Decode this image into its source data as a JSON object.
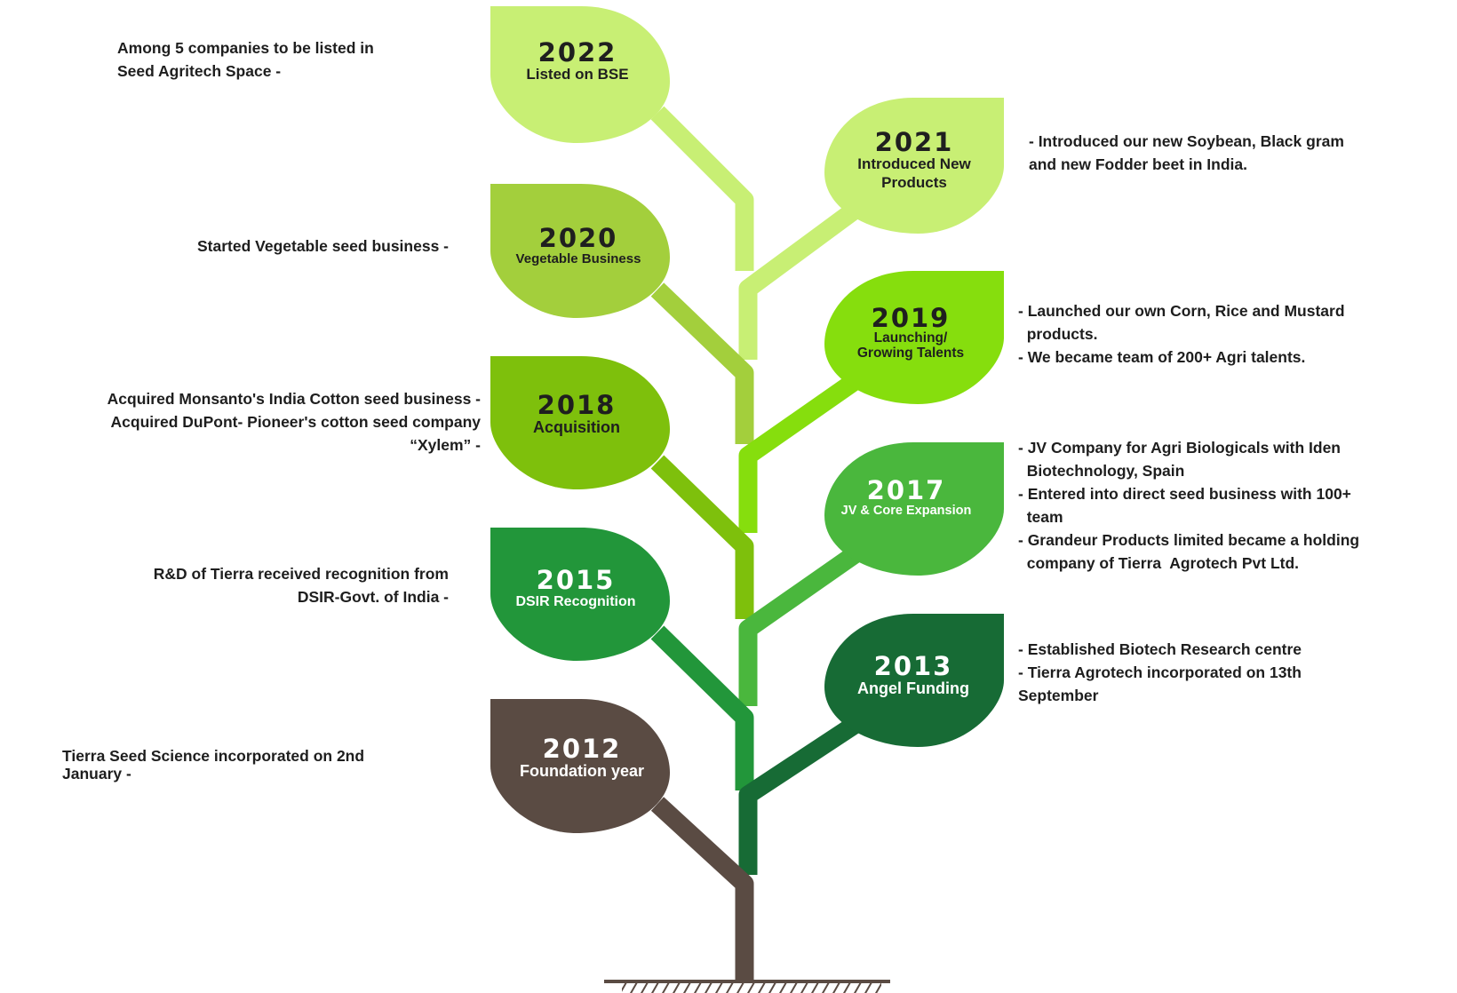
{
  "milestones": [
    {
      "id": "m2022",
      "year": "2022",
      "title": "Listed on BSE",
      "color": "#c8ef74",
      "text_dark": true,
      "note": [
        "Among 5 companies to be listed in",
        "Seed Agritech Space -"
      ]
    },
    {
      "id": "m2021",
      "year": "2021",
      "title": [
        "Introduced New",
        "Products"
      ],
      "color": "#c8ef74",
      "text_dark": true,
      "note": [
        "- Introduced our new Soybean, Black gram",
        "and new Fodder beet in India."
      ]
    },
    {
      "id": "m2020",
      "year": "2020",
      "title": "Vegetable Business",
      "color": "#a3cf3c",
      "text_dark": true,
      "note": [
        "Started Vegetable seed business -"
      ]
    },
    {
      "id": "m2019",
      "year": "2019",
      "title": [
        "Launching/",
        "Growing Talents"
      ],
      "color": "#86de0d",
      "text_dark": true,
      "note": [
        "- Launched our own Corn, Rice and Mustard",
        "  products.",
        "- We became team of 200+ Agri talents."
      ]
    },
    {
      "id": "m2018",
      "year": "2018",
      "title": "Acquisition",
      "color": "#7ec00c",
      "text_dark": true,
      "note": [
        "Acquired Monsanto's India Cotton seed business -",
        "Acquired DuPont- Pioneer's cotton seed company",
        "“Xylem” -"
      ]
    },
    {
      "id": "m2017",
      "year": "2017",
      "title": "JV & Core Expansion",
      "color": "#4ab73d",
      "text_dark": false,
      "note": [
        "- JV Company for Agri Biologicals with Iden",
        "  Biotechnology, Spain",
        "- Entered into direct seed business with 100+",
        "  team",
        "- Grandeur Products limited became a holding",
        "  company of Tierra  Agrotech Pvt Ltd."
      ]
    },
    {
      "id": "m2015",
      "year": "2015",
      "title": "DSIR Recognition",
      "color": "#22963a",
      "text_dark": false,
      "note": [
        "R&D of Tierra received recognition from",
        "DSIR-Govt. of India -"
      ]
    },
    {
      "id": "m2013",
      "year": "2013",
      "title": "Angel Funding",
      "color": "#176b35",
      "text_dark": false,
      "note": [
        "- Established Biotech Research centre",
        "- Tierra Agrotech incorporated on 13th",
        "September"
      ]
    },
    {
      "id": "m2012",
      "year": "2012",
      "title": "Foundation year",
      "color": "#5a4b43",
      "text_dark": false,
      "note": [
        "Tierra Seed Science incorporated on 2nd",
        "January -"
      ]
    }
  ],
  "colors": {
    "trunk": "#5a4b43",
    "ground": "#5a4b43"
  }
}
